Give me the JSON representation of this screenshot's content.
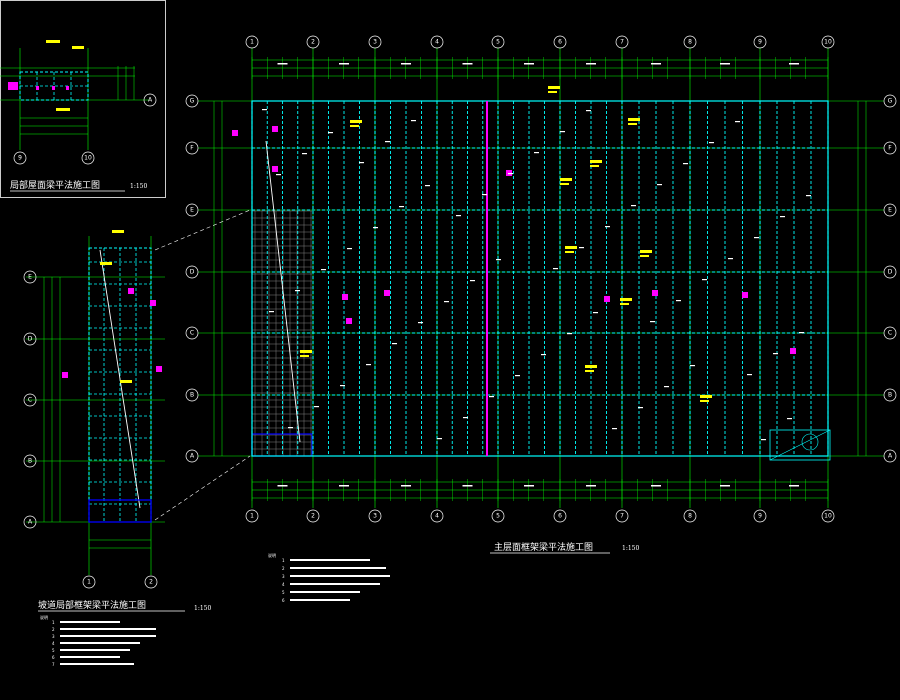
{
  "drawings": {
    "main": {
      "title": "主层面框架梁平法施工图",
      "scale": "1:150",
      "col_axes": [
        "1",
        "2",
        "3",
        "4",
        "5",
        "6",
        "7",
        "8",
        "9",
        "10"
      ],
      "row_axes": [
        "G",
        "F",
        "E",
        "D",
        "C",
        "B",
        "A"
      ]
    },
    "top_left": {
      "title": "局部屋面梁平法施工图",
      "scale": "1:150",
      "col_axes": [
        "9",
        "10"
      ],
      "row_axes": [
        "A"
      ]
    },
    "ramp": {
      "title": "坡道局部框架梁平法施工图",
      "scale": "1:150",
      "col_axes": [
        "1",
        "2"
      ],
      "row_axes": [
        "E",
        "D",
        "C",
        "B",
        "A"
      ]
    }
  },
  "notes_main": {
    "heading": "说明",
    "items": [
      "1",
      "2",
      "3",
      "4",
      "5",
      "6"
    ]
  },
  "notes_ramp": {
    "heading": "说明",
    "items": [
      "1",
      "2",
      "3",
      "4",
      "5",
      "6",
      "7"
    ]
  },
  "colors": {
    "background": "#000000",
    "grid": "#00ff00",
    "beam": "#00ffff",
    "highlight": "#ff00ff",
    "annotation": "#ffff00",
    "text": "#ffffff",
    "hatch": "#808080",
    "ramp_edge": "#0000ff"
  }
}
